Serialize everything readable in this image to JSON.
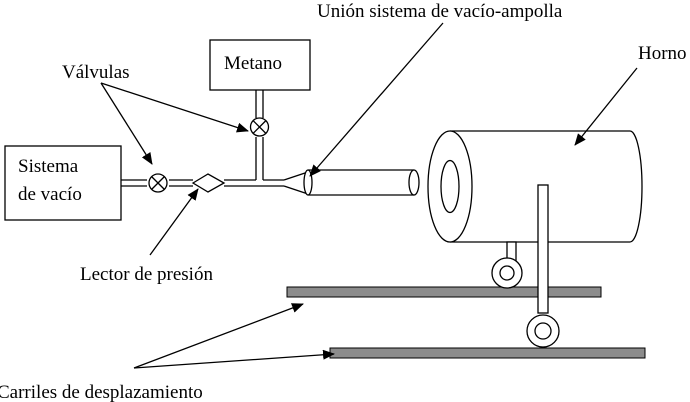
{
  "labels": {
    "union": "Unión sistema de vacío-ampolla",
    "horno": "Horno",
    "valvulas": "Válvulas",
    "metano": "Metano",
    "sistema_line1": "Sistema",
    "sistema_line2": "de vacío",
    "lector": "Lector de presión",
    "carriles": "Carriles de desplazamiento"
  }
}
